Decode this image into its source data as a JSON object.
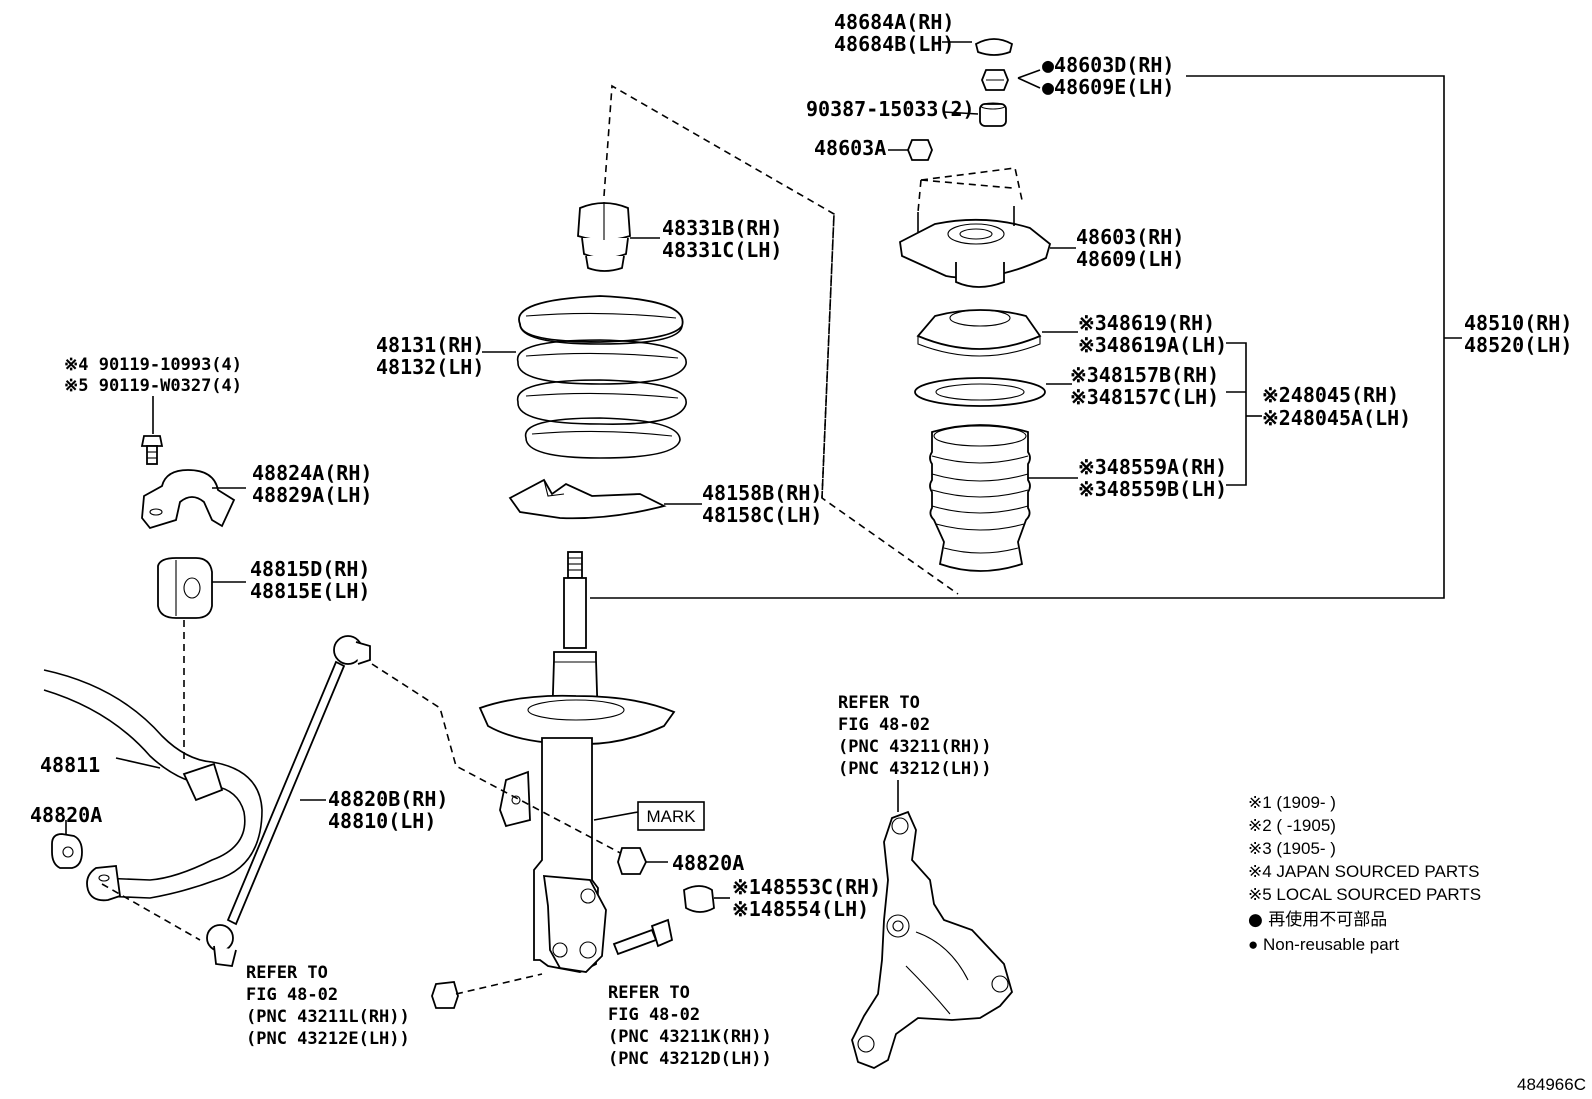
{
  "labels": {
    "p48684a": "48684A(RH)",
    "p48684b": "48684B(LH)",
    "p48603d": "●48603D(RH)",
    "p48609e": "●48609E(LH)",
    "p90387": "90387-15033(2)",
    "p48603a": "48603A",
    "p48331b": "48331B(RH)",
    "p48331c": "48331C(LH)",
    "p48603": "48603(RH)",
    "p48609": "48609(LH)",
    "p48619": "※348619(RH)",
    "p48619a": "※348619A(LH)",
    "p48510": "48510(RH)",
    "p48520": "48520(LH)",
    "p48131": "48131(RH)",
    "p48132": "48132(LH)",
    "p48157b": "※348157B(RH)",
    "p48157c": "※348157C(LH)",
    "p48045": "※248045(RH)",
    "p48045a": "※248045A(LH)",
    "p48559a": "※348559A(RH)",
    "p48559b": "※348559B(LH)",
    "p90119a": "※4 90119-10993(4)",
    "p90119b": "※5 90119-W0327(4)",
    "p48824a": "48824A(RH)",
    "p48829a": "48829A(LH)",
    "p48158b": "48158B(RH)",
    "p48158c": "48158C(LH)",
    "p48815d": "48815D(RH)",
    "p48815e": "48815E(LH)",
    "refer_knuckle_1": "REFER TO",
    "refer_knuckle_2": "FIG 48-02",
    "refer_knuckle_3": "(PNC 43211(RH))",
    "refer_knuckle_4": "(PNC 43212(LH))",
    "p48811": "48811",
    "p48820b": "48820B(RH)",
    "p48810": "48810(LH)",
    "mark": "MARK",
    "p48820a_left": "48820A",
    "p48820a_right": "48820A",
    "p48553c": "※148553C(RH)",
    "p48554": "※148554(LH)",
    "refer_link_1": "REFER TO",
    "refer_link_2": "FIG 48-02",
    "refer_link_3": "(PNC 43211L(RH))",
    "refer_link_4": "(PNC 43212E(LH))",
    "refer_bolt_1": "REFER TO",
    "refer_bolt_2": "FIG 48-02",
    "refer_bolt_3": "(PNC 43211K(RH))",
    "refer_bolt_4": "(PNC 43212D(LH))",
    "figure_id": "484966C"
  },
  "legend": {
    "note1": "※1 (1909-      )",
    "note2": "※2 (      -1905)",
    "note3": "※3 (1905-      )",
    "note4": "※4 JAPAN SOURCED PARTS",
    "note5": "※5 LOCAL SOURCED PARTS",
    "nonreusable_jp": "● 再使用不可部品",
    "nonreusable_en": "● Non-reusable part"
  }
}
